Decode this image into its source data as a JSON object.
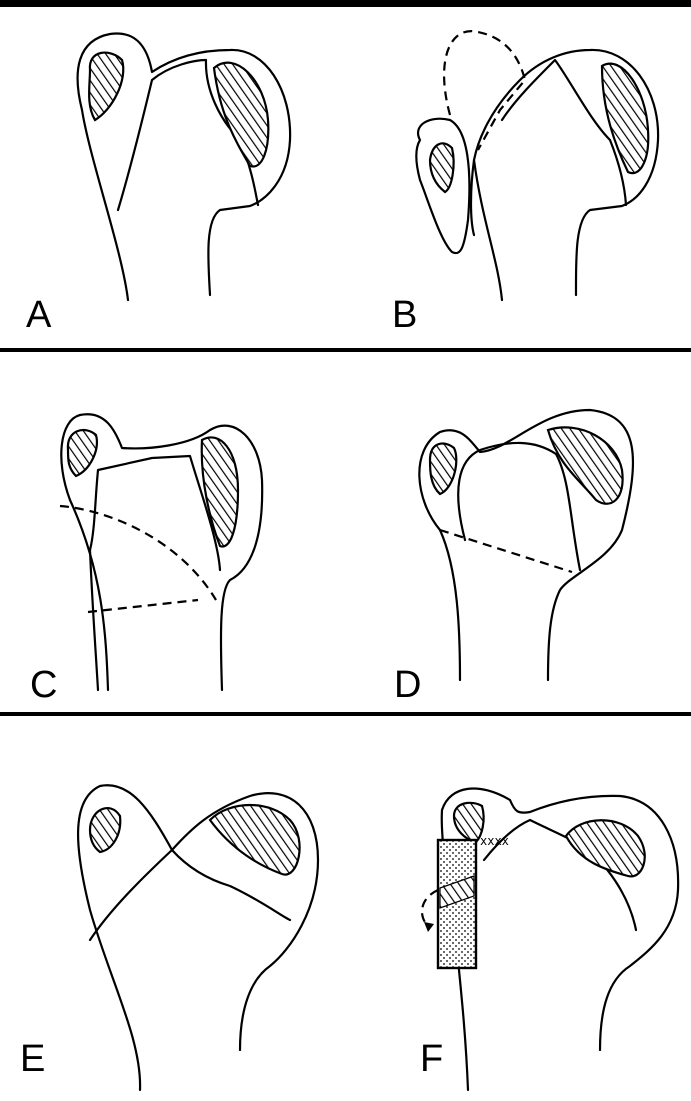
{
  "figure": {
    "panels": [
      {
        "id": "a",
        "label": "A"
      },
      {
        "id": "b",
        "label": "B"
      },
      {
        "id": "c",
        "label": "C"
      },
      {
        "id": "d",
        "label": "D"
      },
      {
        "id": "e",
        "label": "E"
      },
      {
        "id": "f",
        "label": "F"
      }
    ]
  }
}
